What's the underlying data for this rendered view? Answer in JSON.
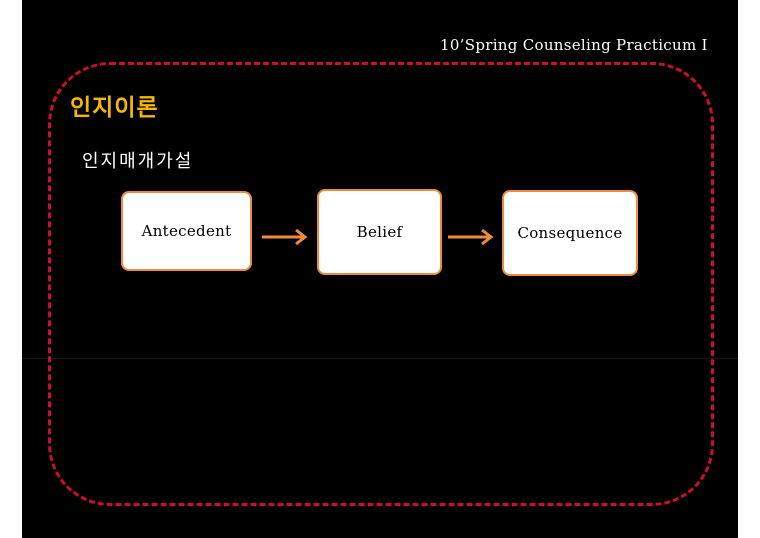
{
  "header": {
    "course_label": "10’Spring Counseling Practicum I"
  },
  "slide": {
    "title": "인지이론",
    "subtitle": "인지매개가설"
  },
  "flow": {
    "nodes": [
      {
        "label": "Antecedent"
      },
      {
        "label": "Belief"
      },
      {
        "label": "Consequence"
      }
    ]
  },
  "colors": {
    "background": "#000000",
    "frame": "#c8102e",
    "title": "#f5b800",
    "accent": "#f08a3c"
  }
}
